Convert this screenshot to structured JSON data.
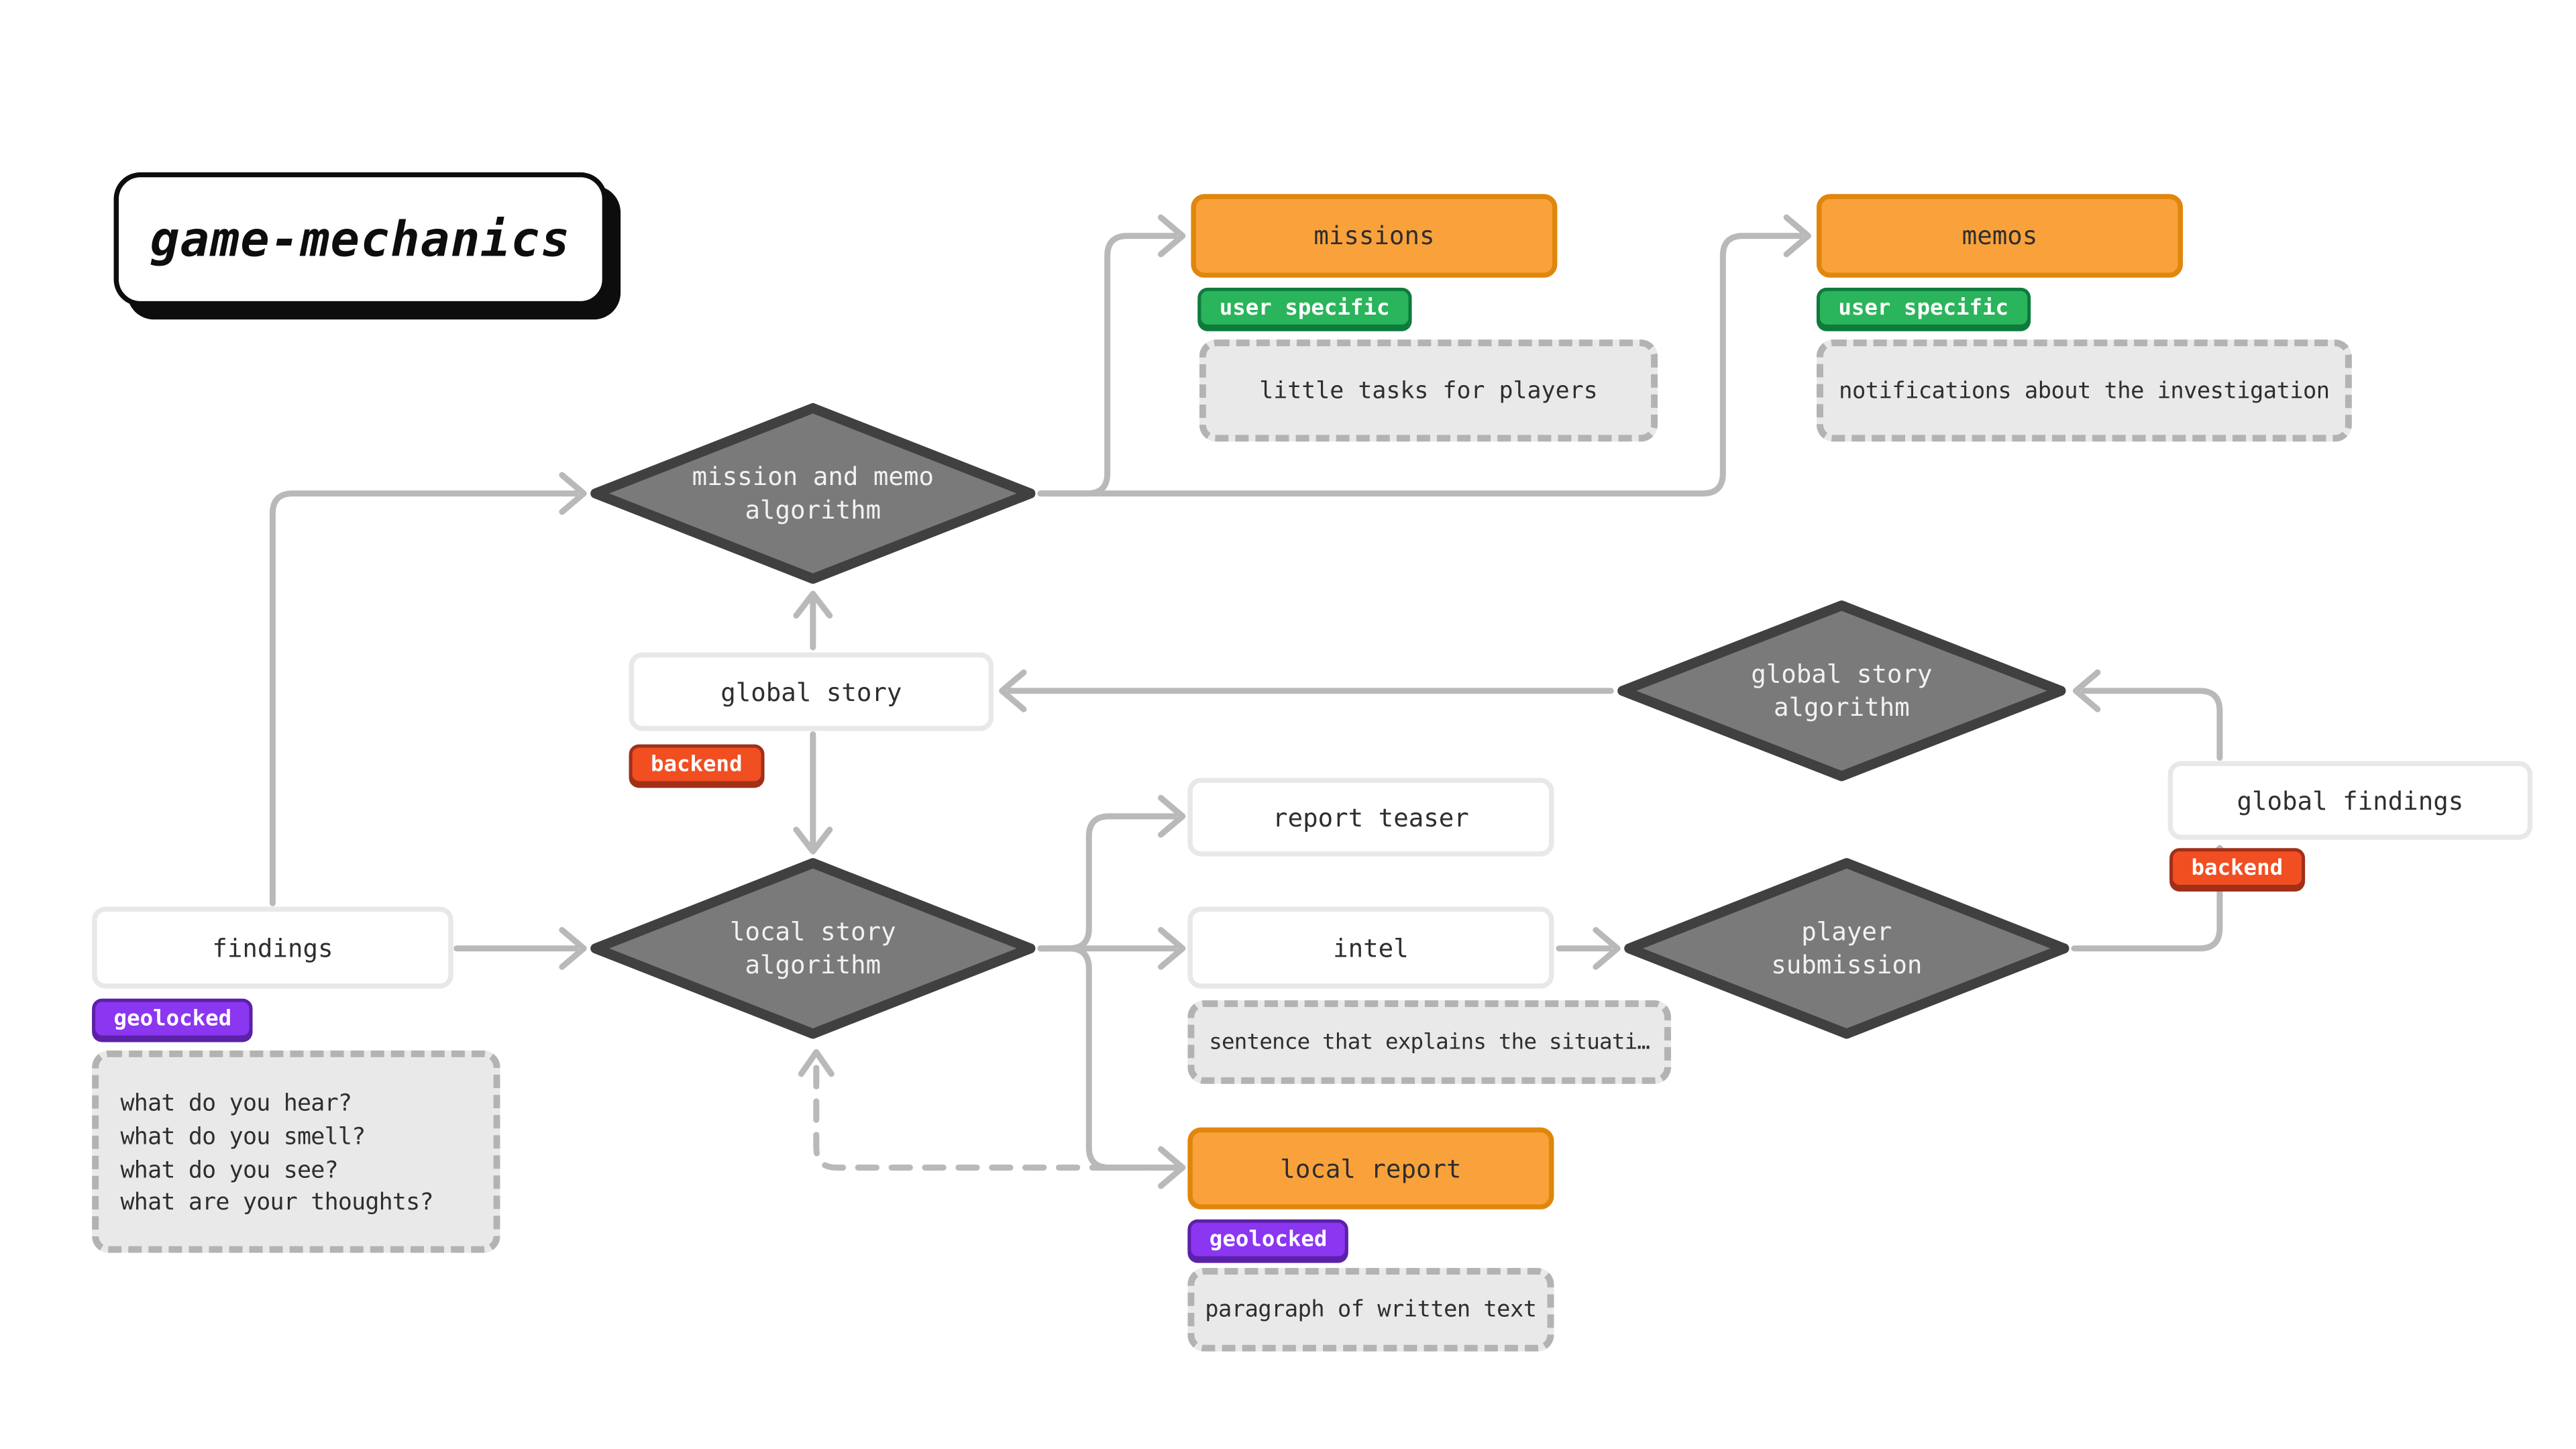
{
  "title": "game-mechanics",
  "colors": {
    "orange_fill": "#f9a23c",
    "orange_border": "#e0860d",
    "green_fill": "#2ab45b",
    "green_border": "#0e7a3c",
    "red_fill": "#f14e22",
    "red_border": "#a03018",
    "purple_fill": "#8b36f0",
    "purple_border": "#5b21a8",
    "diamond_fill": "#7a7a7a",
    "diamond_border": "#404040",
    "node_border": "#e8e8e8",
    "note_fill": "#e9e9e9",
    "note_border": "#b3b3b3",
    "edge": "#b9b9b9",
    "text_dark": "#2e2e2e"
  },
  "nodes": {
    "missions": "missions",
    "memos": "memos",
    "global_story": "global story",
    "global_findings": "global findings",
    "findings": "findings",
    "report_teaser": "report teaser",
    "intel": "intel",
    "local_report": "local report"
  },
  "diamonds": {
    "mission_memo_algorithm": {
      "line1": "mission and memo",
      "line2": "algorithm"
    },
    "global_story_algorithm": {
      "line1": "global story",
      "line2": "algorithm"
    },
    "local_story_algorithm": {
      "line1": "local story",
      "line2": "algorithm"
    },
    "player_submission": {
      "line1": "player",
      "line2": "submission"
    }
  },
  "badges": {
    "missions_user_specific": "user specific",
    "memos_user_specific": "user specific",
    "global_story_backend": "backend",
    "global_findings_backend": "backend",
    "findings_geolocked": "geolocked",
    "local_report_geolocked": "geolocked"
  },
  "notes": {
    "missions_note": "little tasks for players",
    "memos_note": "notifications about the investigation",
    "intel_note": "sentence that explains the situati…",
    "local_report_note": "paragraph of written text",
    "findings_note_lines": [
      "what do you hear?",
      "what do you smell?",
      "what do you see?",
      "what are your thoughts?"
    ]
  }
}
